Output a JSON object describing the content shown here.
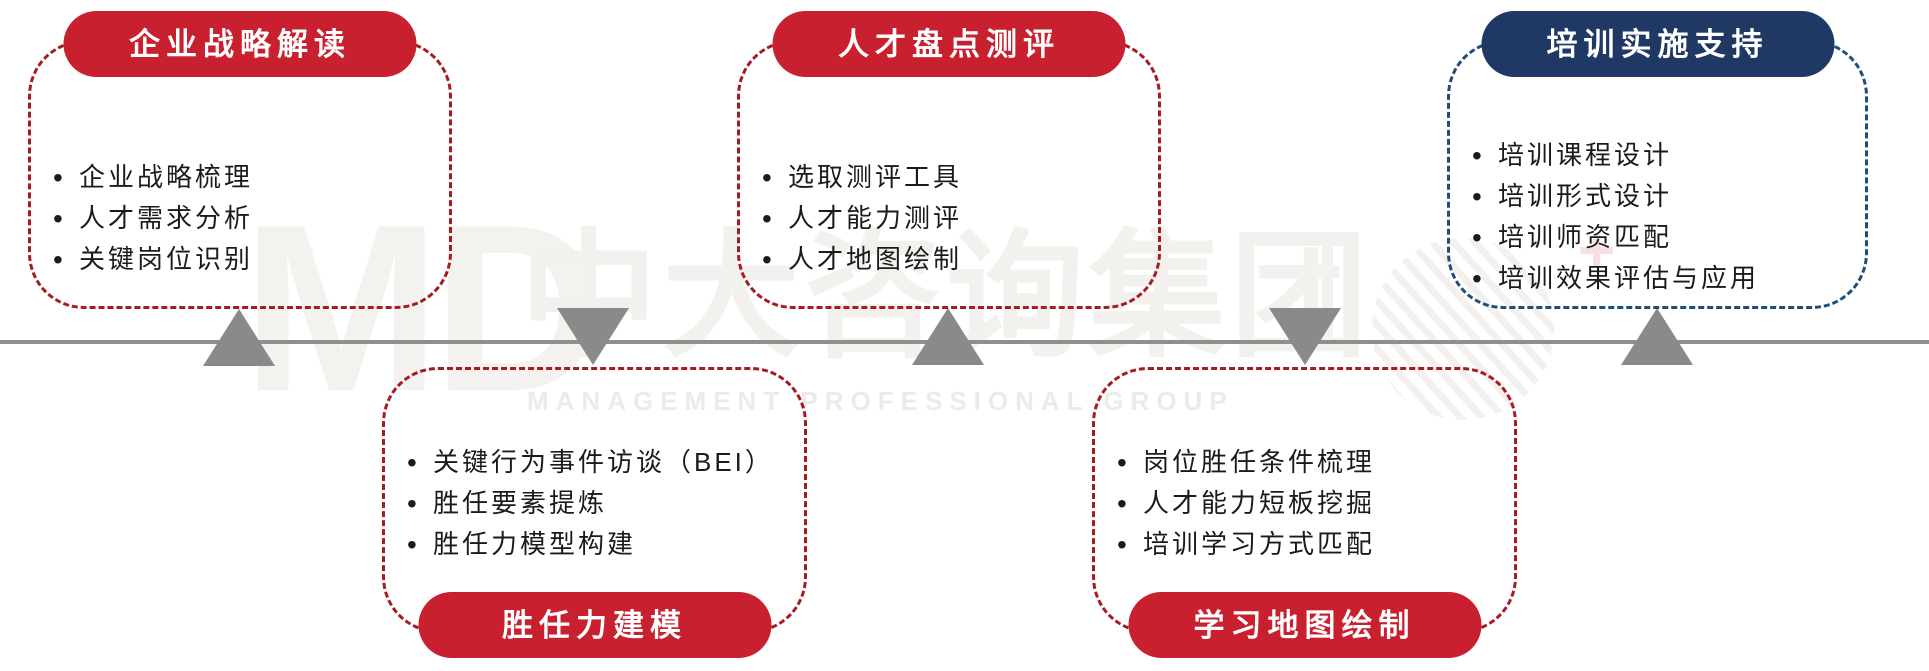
{
  "watermark": {
    "logo": "MD",
    "brand": "中大咨询集团",
    "caption": "MANAGEMENT PROFESSIONAL GROUP",
    "plus": "+"
  },
  "flow": {
    "boxes": [
      {
        "id": "strategy",
        "title": "企业战略解读",
        "position": "top",
        "accent": "red",
        "items": [
          "企业战略梳理",
          "人才需求分析",
          "关键岗位识别"
        ]
      },
      {
        "id": "competency-modeling",
        "title": "胜任力建模",
        "position": "bottom",
        "accent": "red",
        "items": [
          "关键行为事件访谈（BEI）",
          "胜任要素提炼",
          "胜任力模型构建"
        ]
      },
      {
        "id": "talent-review",
        "title": "人才盘点测评",
        "position": "top",
        "accent": "red",
        "items": [
          "选取测评工具",
          "人才能力测评",
          "人才地图绘制"
        ]
      },
      {
        "id": "learning-map",
        "title": "学习地图绘制",
        "position": "bottom",
        "accent": "red",
        "items": [
          "岗位胜任条件梳理",
          "人才能力短板挖掘",
          "培训学习方式匹配"
        ]
      },
      {
        "id": "training-support",
        "title": "培训实施支持",
        "position": "top",
        "accent": "blue",
        "items": [
          "培训课程设计",
          "培训形式设计",
          "培训师资匹配",
          "培训效果评估与应用"
        ]
      }
    ]
  },
  "colors": {
    "red_fill": "#c9202f",
    "red_border": "#a61b22",
    "blue_fill": "#1f3864",
    "blue_border": "#1f4e79",
    "gray_line": "#8f8f8f",
    "gray_arrow": "#8a8a8a"
  }
}
